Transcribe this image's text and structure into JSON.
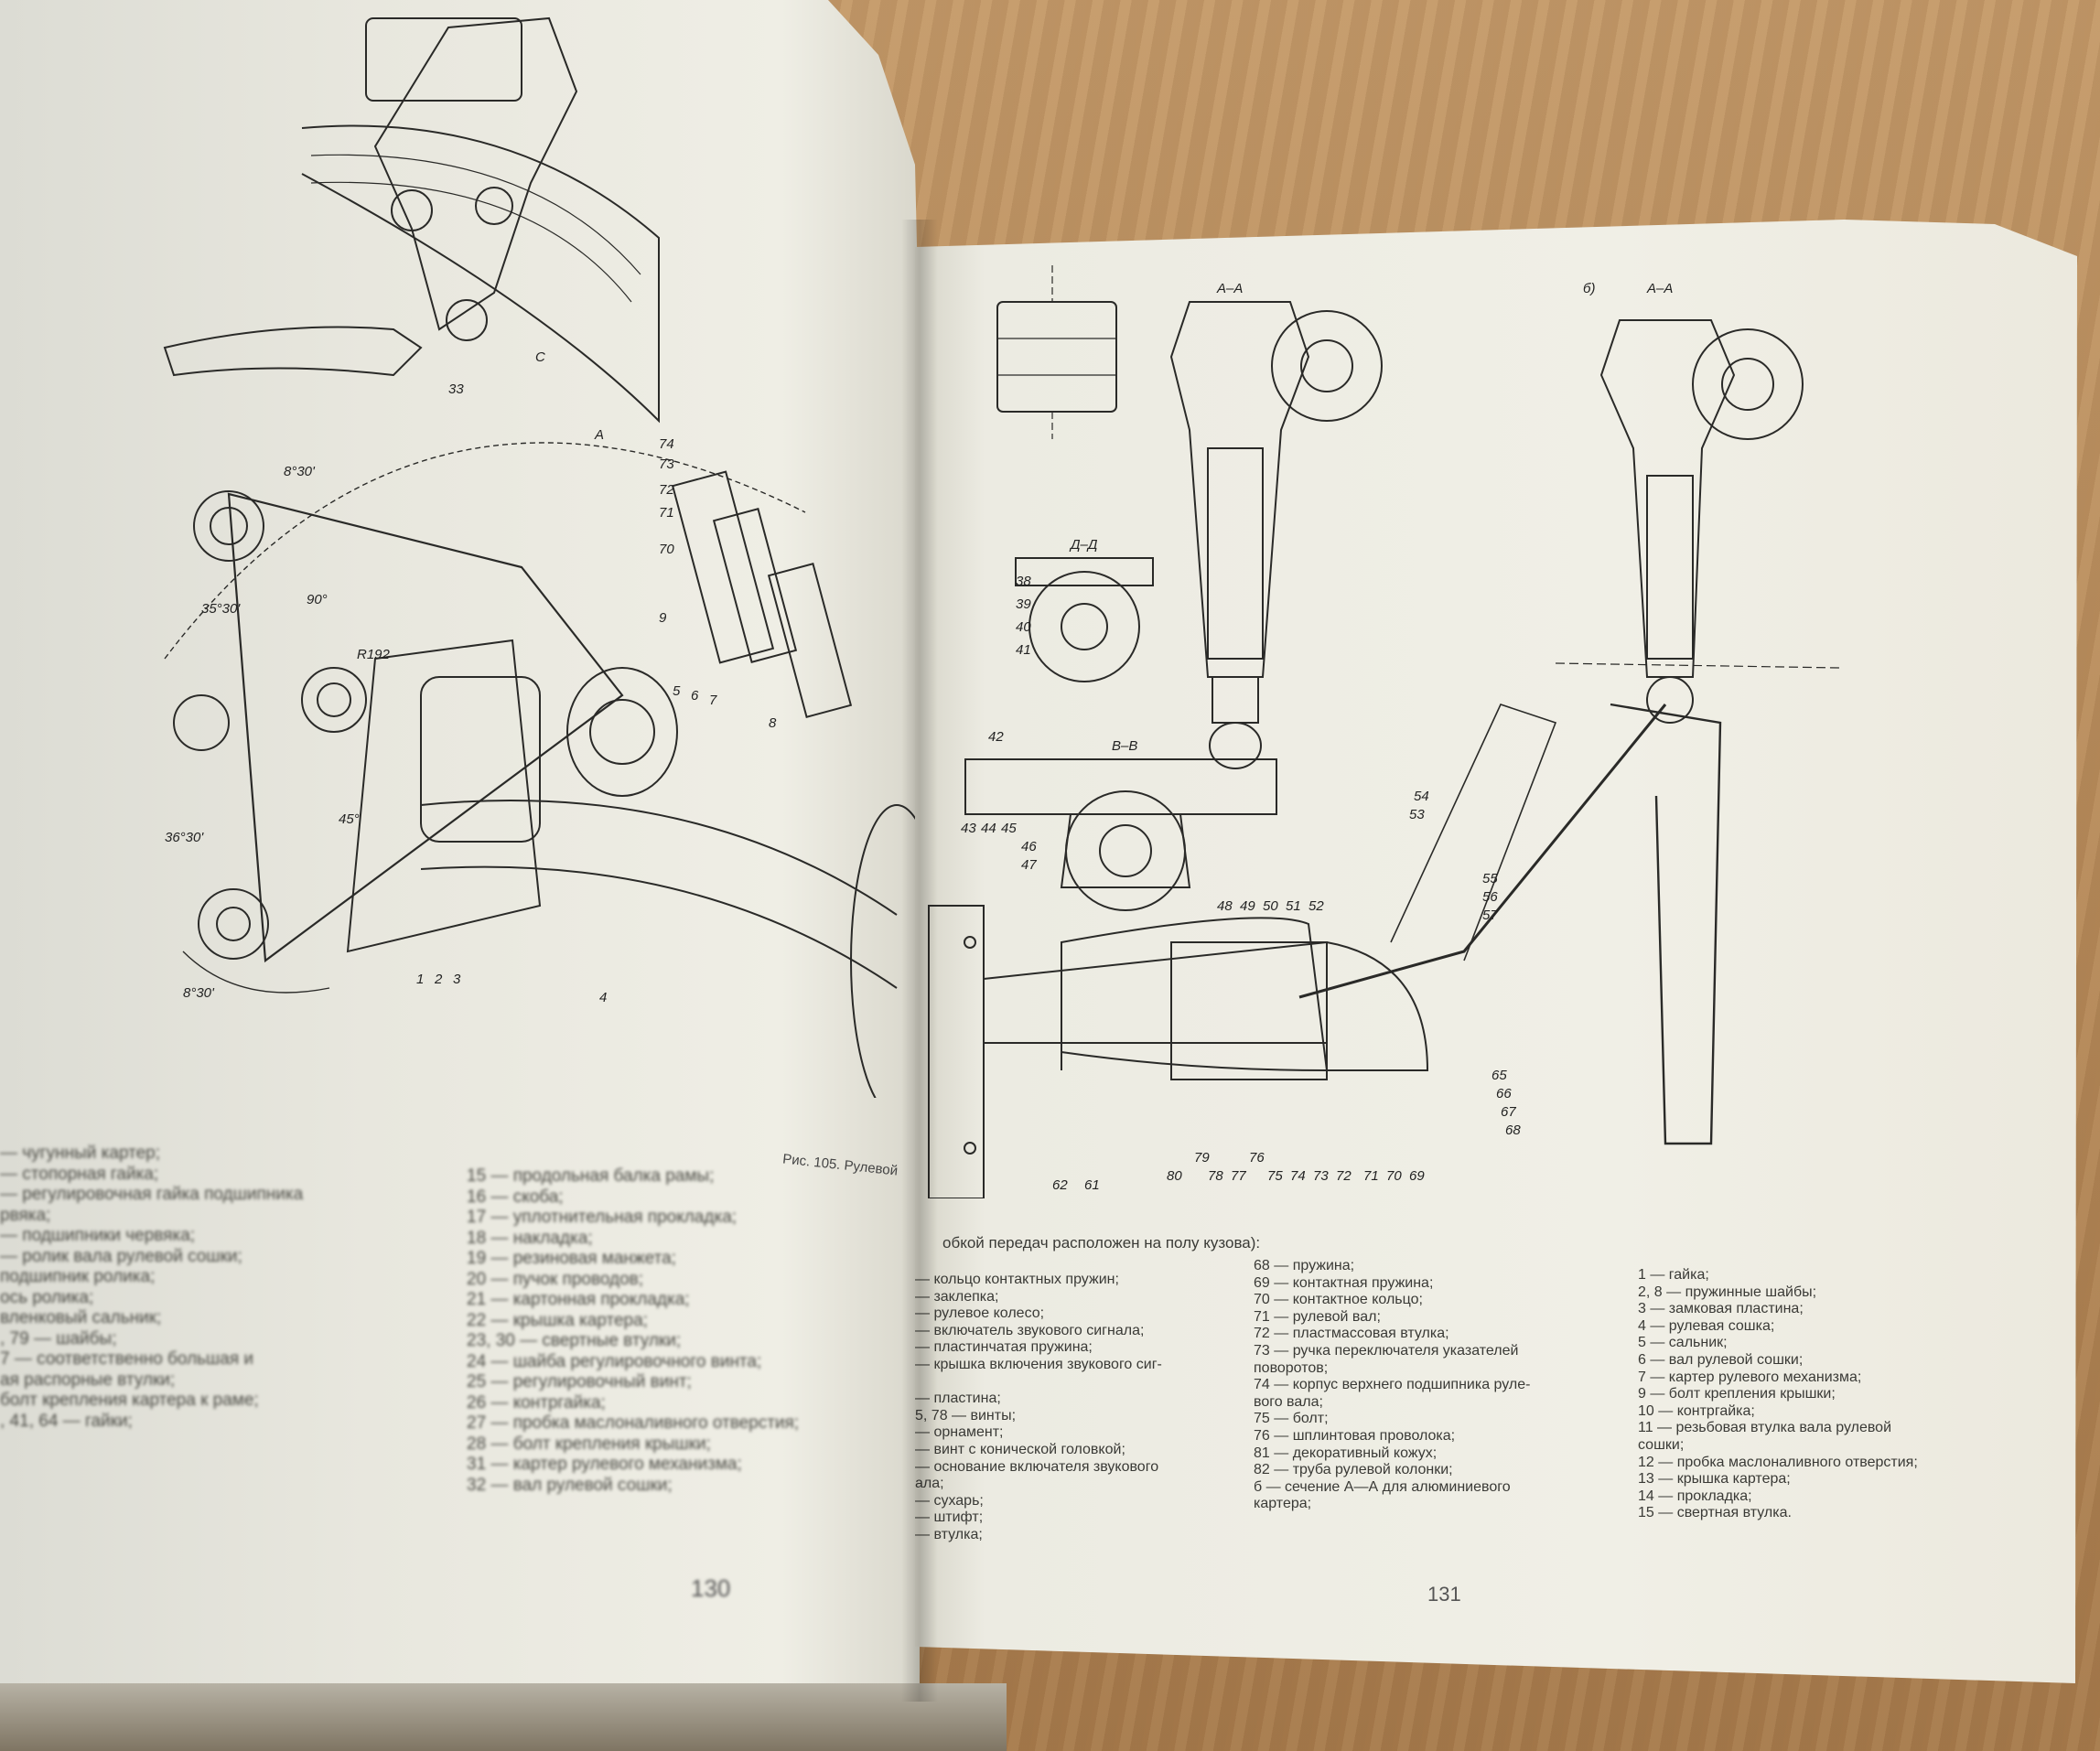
{
  "left_page": {
    "page_number": "130",
    "figure_caption": "Рис. 105. Рулевой",
    "labels": {
      "angles": [
        "8°30'",
        "90°",
        "35°30'",
        "R192",
        "45°",
        "36°30'",
        "8°30'"
      ],
      "parts_top": [
        "33",
        "74",
        "73",
        "72",
        "71",
        "70",
        "9",
        "5",
        "6",
        "7",
        "8",
        "1",
        "2",
        "3",
        "4",
        "А",
        "С"
      ]
    },
    "legend_col1": [
      "— чугунный картер;",
      "— стопорная гайка;",
      "— регулировочная гайка подшипника",
      "рвяка;",
      "— подшипники червяка;",
      "— ролик вала рулевой сошки;",
      "подшипник ролика;",
      "ось ролика;",
      "вленковый сальник;",
      ", 79 — шайбы;",
      "7 — соответственно большая и",
      "ая распорные втулки;",
      "болт крепления картера к раме;",
      ", 41, 64 — гайки;"
    ],
    "legend_col2": [
      "15 — продольная балка рамы;",
      "16 — скоба;",
      "17 — уплотнительная прокладка;",
      "18 — накладка;",
      "19 — резиновая манжета;",
      "20 — пучок проводов;",
      "21 — картонная прокладка;",
      "22 — крышка картера;",
      "23, 30 — свертные втулки;",
      "24 — шайба регулировочного винта;",
      "25 — регулировочный винт;",
      "26 — контргайка;",
      "27 — пробка маслоналивного отверстия;",
      "28 — болт крепления крышки;",
      "31 — картер рулевого механизма;",
      "32 — вал рулевой сошки;"
    ]
  },
  "right_page": {
    "page_number": "131",
    "intro": "обкой передач расположен на полу кузова):",
    "section_labels": [
      "А–А",
      "Д–Д",
      "В–В",
      "б)",
      "А–А"
    ],
    "legend_col1": [
      "— кольцо контактных пружин;",
      "— заклепка;",
      "— рулевое колесо;",
      "— включатель звукового сигнала;",
      "— пластинчатая пружина;",
      "— крышка включения звукового сиг-",
      "",
      "— пластина;",
      "5, 78 — винты;",
      "— орнамент;",
      "— винт с конической головкой;",
      "— основание включателя звукового",
      "ала;",
      "— сухарь;",
      "— штифт;",
      "— втулка;"
    ],
    "legend_col2": [
      "68 — пружина;",
      "69 — контактная пружина;",
      "70 — контактное кольцо;",
      "71 — рулевой вал;",
      "72 — пластмассовая втулка;",
      "73 — ручка переключателя указателей",
      "поворотов;",
      "74 — корпус верхнего подшипника руле-",
      "вого вала;",
      "75 — болт;",
      "76 — шплинтовая проволока;",
      "81 — декоративный кожух;",
      "82 — труба рулевой колонки;",
      "б — сечение А—А для алюминиевого",
      "картера;"
    ],
    "legend_col3": [
      "1 — гайка;",
      "2, 8 — пружинные шайбы;",
      "3 — замковая пластина;",
      "4 — рулевая сошка;",
      "5 — сальник;",
      "6 — вал рулевой сошки;",
      "7 — картер рулевого механизма;",
      "9 — болт крепления крышки;",
      "10 — контргайка;",
      "11 — резьбовая втулка вала рулевой",
      "сошки;",
      "12 — пробка маслоналивного отверстия;",
      "13 — крышка картера;",
      "14 — прокладка;",
      "15 — свертная втулка."
    ],
    "bottom_labels": [
      "62",
      "61",
      "80",
      "79",
      "78",
      "77",
      "76",
      "75",
      "74",
      "73",
      "72",
      "71",
      "70",
      "69"
    ],
    "side_labels": [
      "65",
      "66",
      "67",
      "68"
    ],
    "top_labels": [
      "48",
      "49",
      "50",
      "51",
      "52",
      "53",
      "54",
      "55",
      "56",
      "57"
    ],
    "vv_labels": [
      "43",
      "44",
      "45",
      "46",
      "47",
      "42"
    ],
    "dd_labels": [
      "38",
      "39",
      "40",
      "41"
    ]
  }
}
